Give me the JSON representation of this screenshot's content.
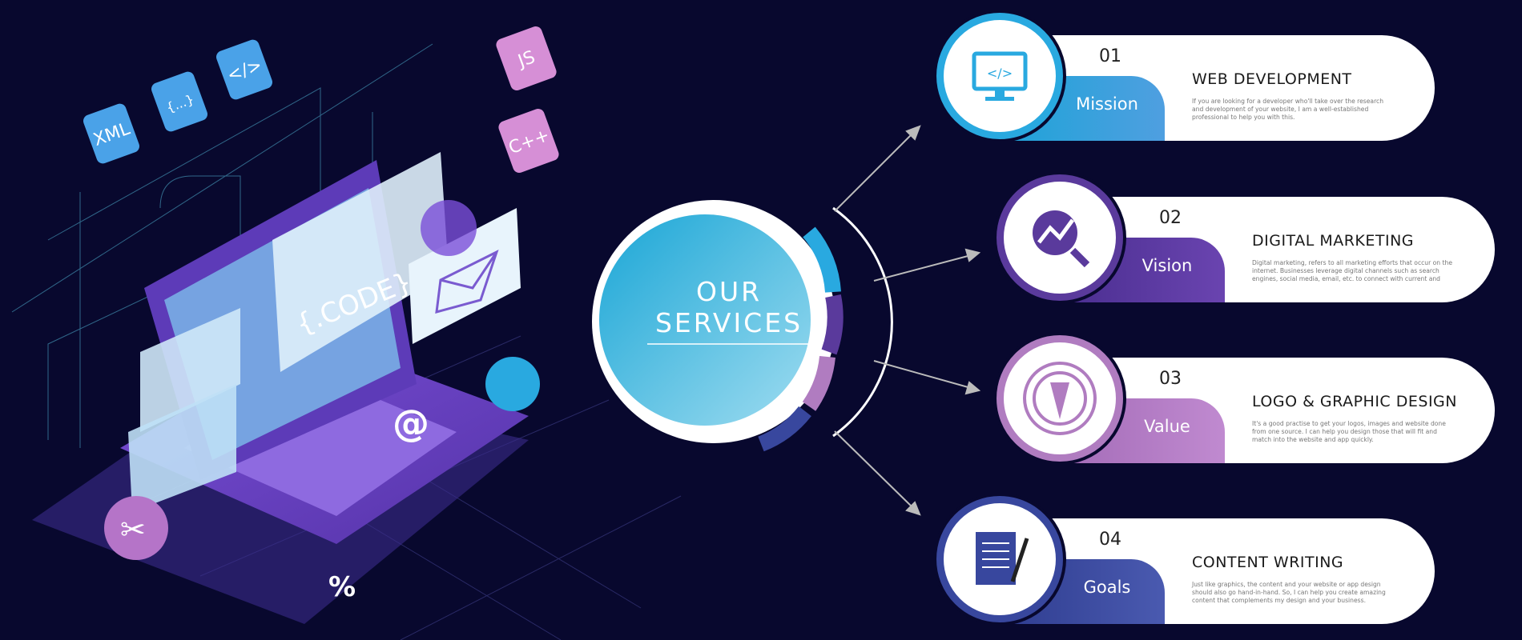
{
  "center": {
    "line1": "OUR",
    "line2": "SERVICES"
  },
  "illustration": {
    "tiles": [
      "XML",
      "{...}",
      "</>",
      "JS",
      "C++"
    ],
    "screen_text": "{.CODE};",
    "symbols": [
      "@",
      "%"
    ]
  },
  "colors": {
    "background": "#08082e",
    "mission": "#29a9e0",
    "vision": "#5a3a9c",
    "value": "#b07cc0",
    "goals": "#38479e"
  },
  "services": [
    {
      "number": "01",
      "tab": "Mission",
      "title": "WEB DEVELOPMENT",
      "icon": "monitor-code-icon",
      "description": "If you are looking for a developer who'll take over the research and development of your website, I am a well-established professional to help you with this."
    },
    {
      "number": "02",
      "tab": "Vision",
      "title": "DIGITAL MARKETING",
      "icon": "analytics-magnifier-icon",
      "description": "Digital marketing, refers to all marketing efforts that occur on the internet. Businesses leverage digital channels such as search engines, social media, email, etc. to connect with current and"
    },
    {
      "number": "03",
      "tab": "Value",
      "title": "LOGO & GRAPHIC DESIGN",
      "icon": "pen-nib-icon",
      "description": "It's a good practise to get your logos, images and website done from one source. I can help you design those that will fit and match into the website and app quickly."
    },
    {
      "number": "04",
      "tab": "Goals",
      "title": "CONTENT WRITING",
      "icon": "scroll-pen-icon",
      "description": "Just like graphics, the content and your website or app design should also go hand-in-hand. So, I can help you create amazing content that complements my design and your business."
    }
  ]
}
